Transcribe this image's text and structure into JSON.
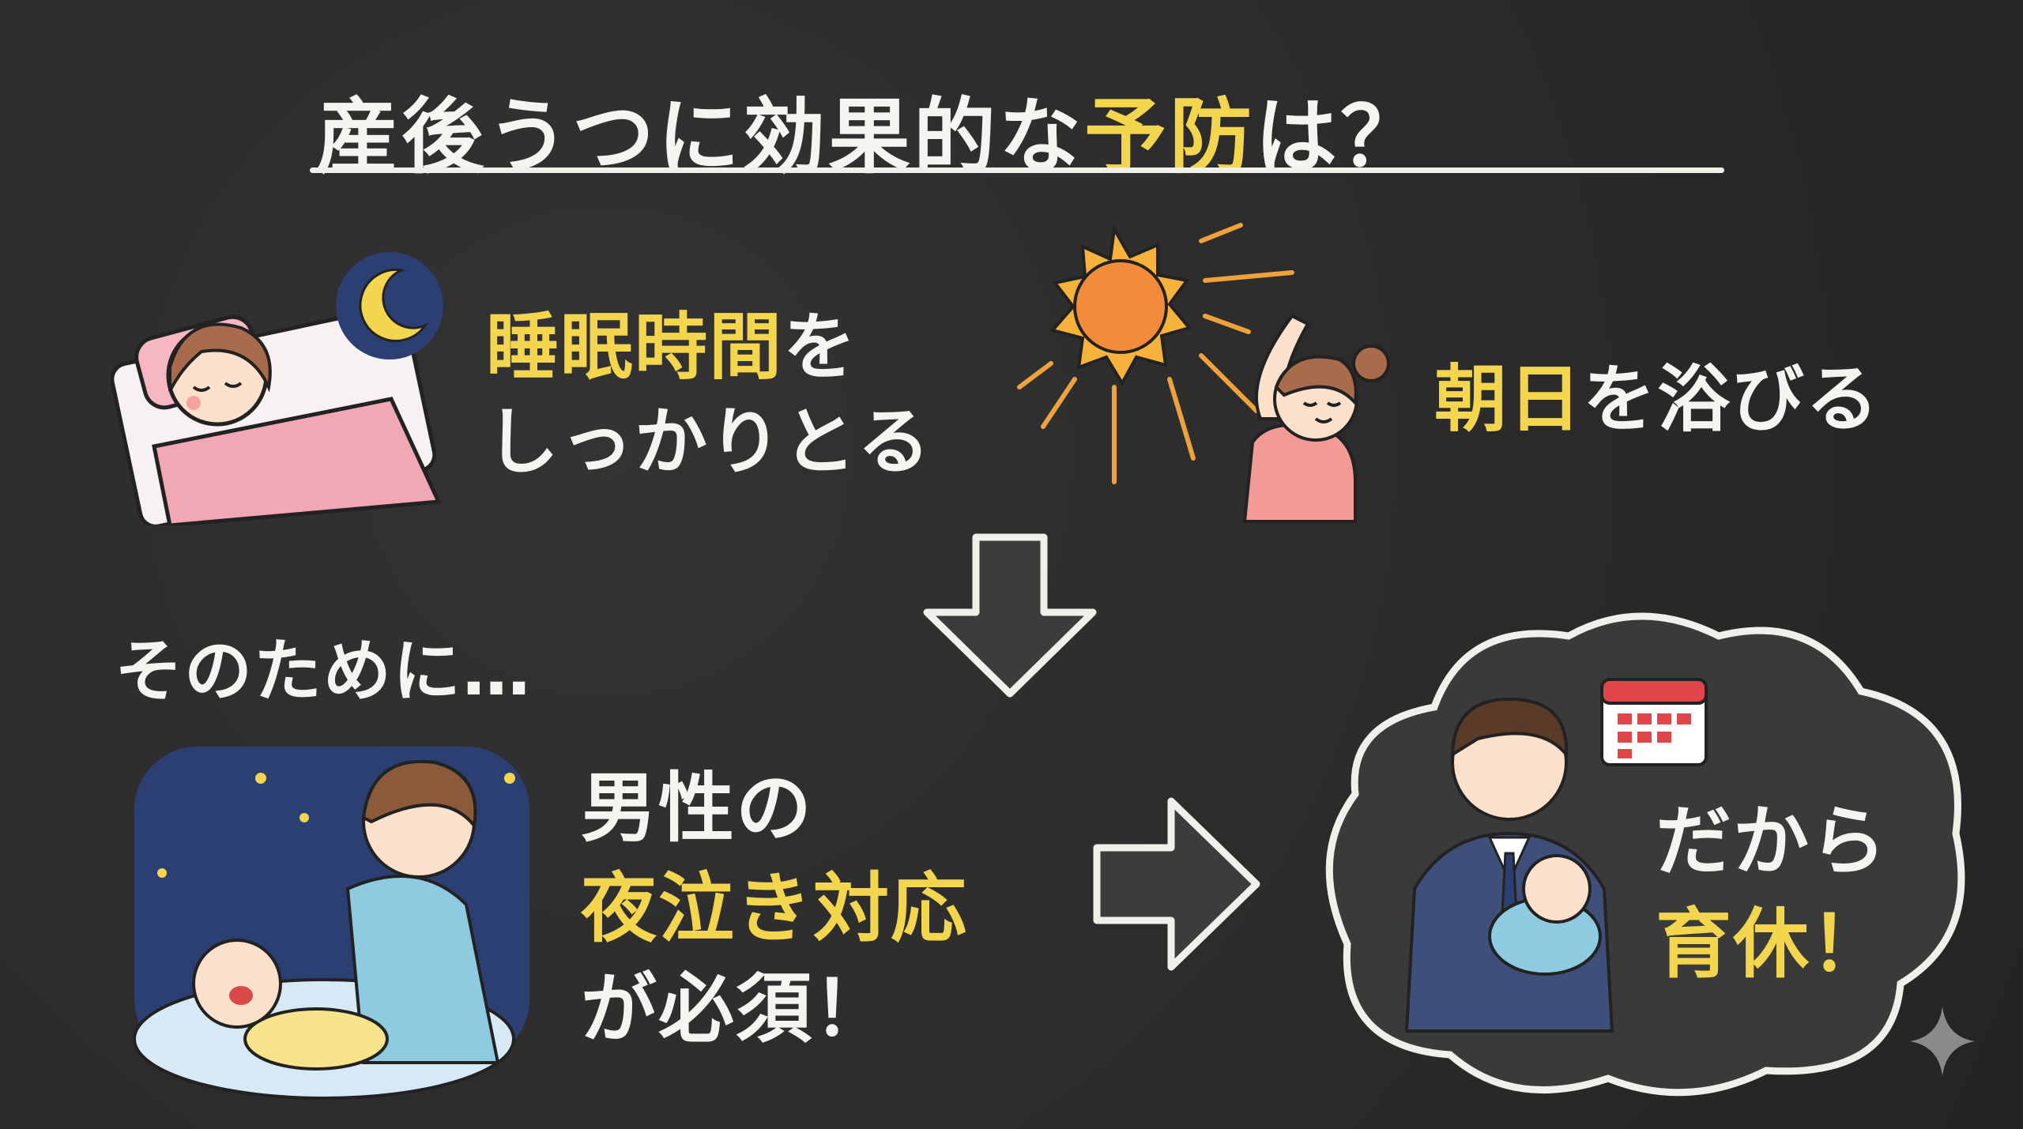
{
  "title": {
    "part1": "産後うつに効果的な",
    "highlight": "予防",
    "part2": "は？"
  },
  "sleep": {
    "highlight": "睡眠時間",
    "line1_rest": "を",
    "line2": "しっかりとる"
  },
  "sun": {
    "highlight": "朝日",
    "rest": "を浴びる"
  },
  "transition": "そのために…",
  "night": {
    "line1": "男性の",
    "line2_highlight": "夜泣き対応",
    "line3": "が必須！"
  },
  "conclusion": {
    "line1": "だから",
    "line2_highlight": "育休！"
  },
  "colors": {
    "background": "#2b2b2b",
    "highlight": "#f3d54e",
    "text": "#f4f4f0"
  }
}
